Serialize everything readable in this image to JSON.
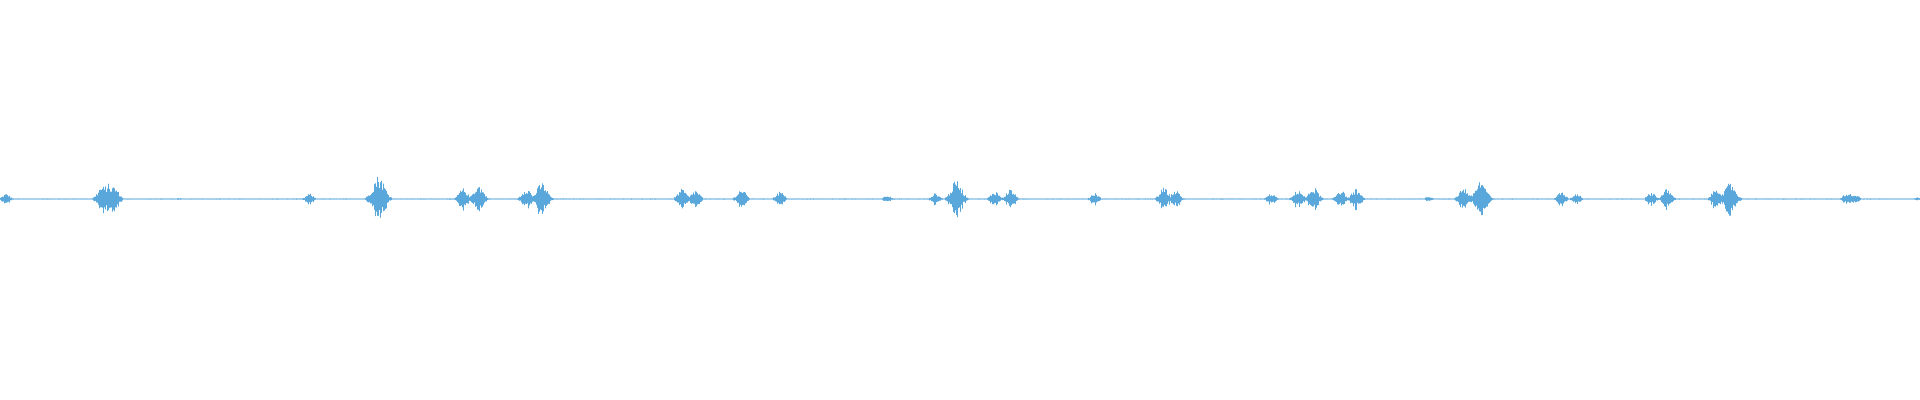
{
  "waveform": {
    "color": "#5aa7dc",
    "background": "#ffffff",
    "baseline_amplitude": 0.01,
    "bursts": [
      {
        "t": 0.003,
        "amp": 0.09
      },
      {
        "t": 0.053,
        "amp": 0.22
      },
      {
        "t": 0.056,
        "amp": 0.26
      },
      {
        "t": 0.059,
        "amp": 0.22
      },
      {
        "t": 0.093,
        "amp": 0.02
      },
      {
        "t": 0.161,
        "amp": 0.09
      },
      {
        "t": 0.197,
        "amp": 0.4
      },
      {
        "t": 0.241,
        "amp": 0.18
      },
      {
        "t": 0.249,
        "amp": 0.24
      },
      {
        "t": 0.274,
        "amp": 0.19
      },
      {
        "t": 0.282,
        "amp": 0.28
      },
      {
        "t": 0.355,
        "amp": 0.17
      },
      {
        "t": 0.362,
        "amp": 0.15
      },
      {
        "t": 0.386,
        "amp": 0.17
      },
      {
        "t": 0.406,
        "amp": 0.13
      },
      {
        "t": 0.462,
        "amp": 0.07
      },
      {
        "t": 0.487,
        "amp": 0.1
      },
      {
        "t": 0.498,
        "amp": 0.32
      },
      {
        "t": 0.518,
        "amp": 0.14
      },
      {
        "t": 0.526,
        "amp": 0.17
      },
      {
        "t": 0.57,
        "amp": 0.1
      },
      {
        "t": 0.606,
        "amp": 0.19
      },
      {
        "t": 0.612,
        "amp": 0.15
      },
      {
        "t": 0.662,
        "amp": 0.1
      },
      {
        "t": 0.676,
        "amp": 0.16
      },
      {
        "t": 0.684,
        "amp": 0.2
      },
      {
        "t": 0.698,
        "amp": 0.16
      },
      {
        "t": 0.706,
        "amp": 0.17
      },
      {
        "t": 0.744,
        "amp": 0.05
      },
      {
        "t": 0.762,
        "amp": 0.2
      },
      {
        "t": 0.771,
        "amp": 0.32
      },
      {
        "t": 0.813,
        "amp": 0.12
      },
      {
        "t": 0.821,
        "amp": 0.1
      },
      {
        "t": 0.86,
        "amp": 0.12
      },
      {
        "t": 0.868,
        "amp": 0.17
      },
      {
        "t": 0.894,
        "amp": 0.2
      },
      {
        "t": 0.901,
        "amp": 0.28
      },
      {
        "t": 0.962,
        "amp": 0.12
      },
      {
        "t": 0.966,
        "amp": 0.09
      },
      {
        "t": 0.998,
        "amp": 0.03
      }
    ]
  }
}
